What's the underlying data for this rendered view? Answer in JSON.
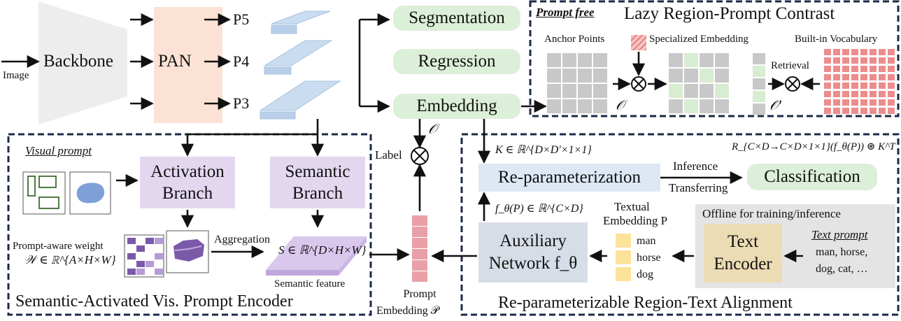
{
  "colors": {
    "pan": "#fbe2d5",
    "head_green": "#dcefd8",
    "branch_purple": "#e3d7f0",
    "reparam_blue": "#dde8f4",
    "aux_gray": "#d7dde6",
    "offline_gray": "#e4e4e4",
    "text_encoder": "#ecdcb4",
    "feature_blue": "#c9dcf0",
    "embed_red": "#e8a0a6",
    "vocab_red": "#ec8d8d",
    "textual_yellow": "#fde29b",
    "anchor_gray": "#c8c8c8",
    "highlight_green": "#d8ecd2",
    "border_navy": "#1b2a45"
  },
  "backbone": {
    "input_label": "Image",
    "backbone_label": "Backbone",
    "pan_label": "PAN",
    "levels": [
      "P5",
      "P4",
      "P3"
    ]
  },
  "heads": {
    "segmentation": "Segmentation",
    "regression": "Regression",
    "embedding": "Embedding",
    "o_symbol": "𝒪",
    "label": "Label"
  },
  "lazy_region": {
    "title": "Lazy Region-Prompt Contrast",
    "tag": "Prompt free",
    "anchor_points": "Anchor Points",
    "specialized_embedding": "Specialized Embedding",
    "builtin_vocabulary": "Built-in Vocabulary",
    "retrieval": "Retrieval",
    "o_symbol": "𝒪",
    "o_prime": "𝒪′"
  },
  "svp_encoder": {
    "title": "Semantic-Activated Vis. Prompt Encoder",
    "visual_prompt": "Visual prompt",
    "activation_branch": [
      "Activation",
      "Branch"
    ],
    "semantic_branch": [
      "Semantic",
      "Branch"
    ],
    "prompt_weight_label": "Prompt-aware weight",
    "weight_formula": "𝒲 ∈ ℝ^{A×H×W}",
    "aggregation": "Aggregation",
    "semantic_formula": "S ∈ ℝ^{D×H×W}",
    "semantic_feature": "Semantic feature",
    "prompt_embedding": [
      "Prompt",
      "Embedding 𝒫"
    ]
  },
  "rep_alignment": {
    "title": "Re-parameterizable Region-Text Alignment",
    "k_formula": "K ∈ ℝ^{D×D′×1×1}",
    "r_formula": "R_{C×D→C×D×1×1}(f_θ(P)) ⊛ K^T",
    "reparameterization": "Re-parameterization",
    "inference": "Inference",
    "transferring": "Transferring",
    "classification": "Classification",
    "f_formula": "f_θ(P) ∈ ℝ^{C×D}",
    "textual_embedding": [
      "Textual",
      "Embedding P"
    ],
    "auxiliary": [
      "Auxiliary",
      "Network f_θ"
    ],
    "words": [
      "man",
      "horse",
      "dog"
    ],
    "offline_label": "Offline for training/inference",
    "text_encoder": [
      "Text",
      "Encoder"
    ],
    "text_prompt_label": "Text prompt",
    "text_prompt_values": [
      "man, horse,",
      "dog, cat, …"
    ]
  }
}
